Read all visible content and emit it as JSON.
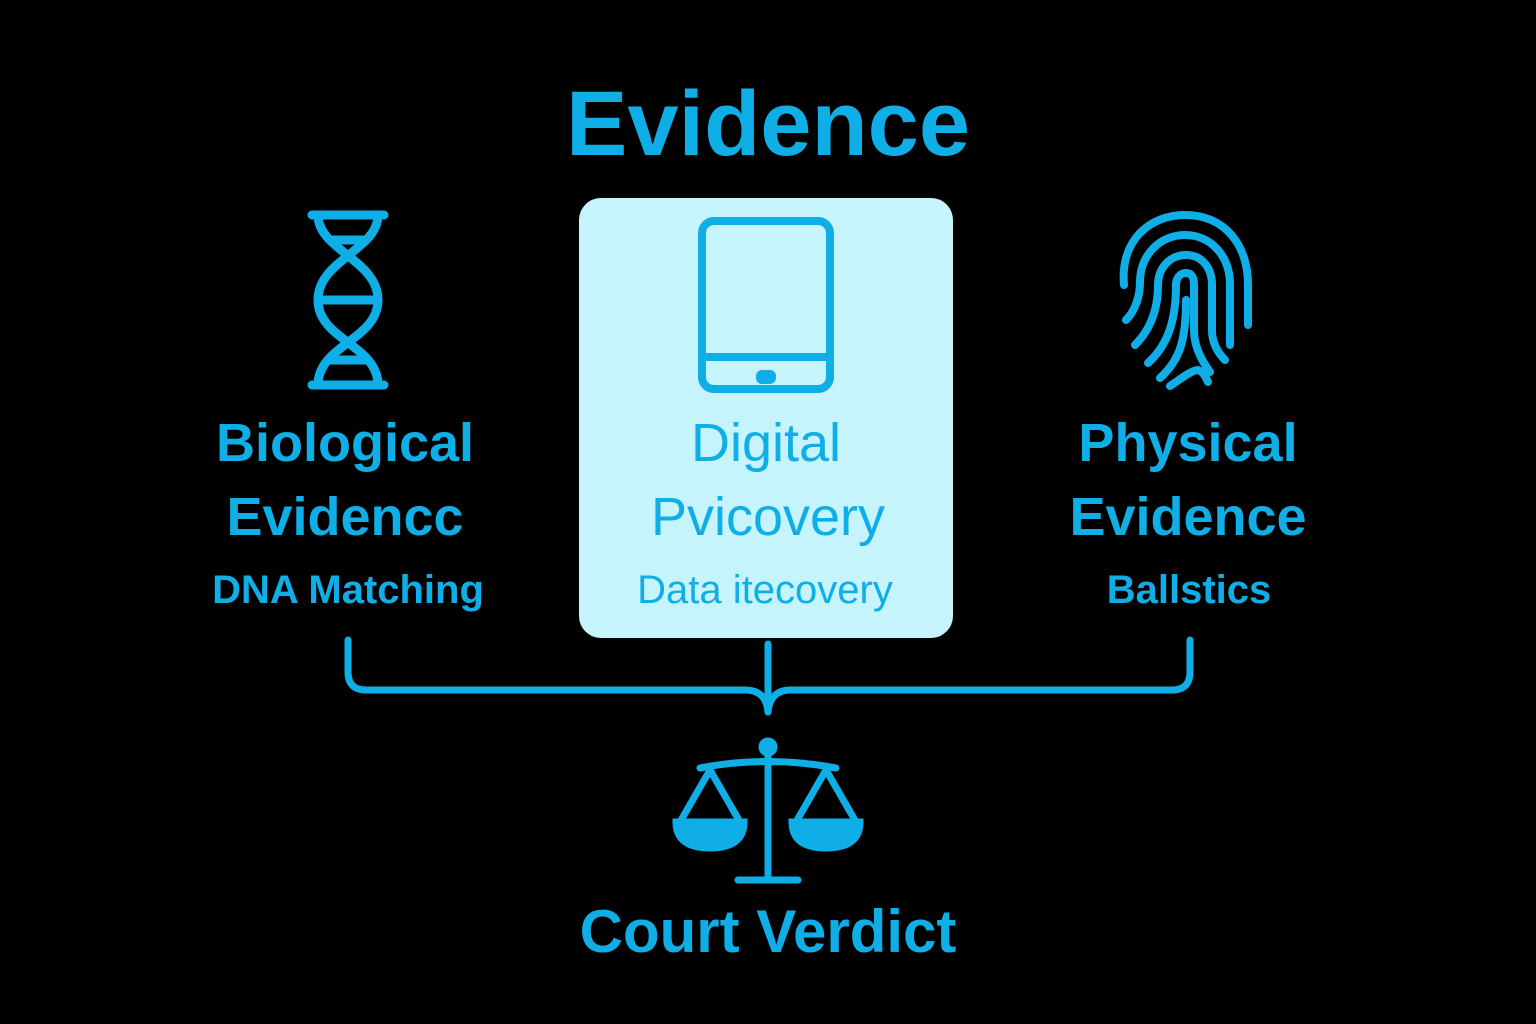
{
  "title": "Evidence",
  "columns": [
    {
      "heading_line1": "Biological",
      "heading_line2": "Evidencc",
      "sub": "DNA Matching",
      "icon": "dna-icon"
    },
    {
      "heading_line1": "Digital",
      "heading_line2": "Pvicovery",
      "sub": "Data itecovery",
      "icon": "smartphone-icon"
    },
    {
      "heading_line1": "Physical",
      "heading_line2": "Evidence",
      "sub": "Ballstics",
      "icon": "fingerprint-icon"
    }
  ],
  "outcome": {
    "label": "Court Verdict",
    "icon": "scales-of-justice-icon"
  },
  "colors": {
    "accent": "#10aee6",
    "highlight_box": "#c6f4fc",
    "background": "#000000"
  }
}
